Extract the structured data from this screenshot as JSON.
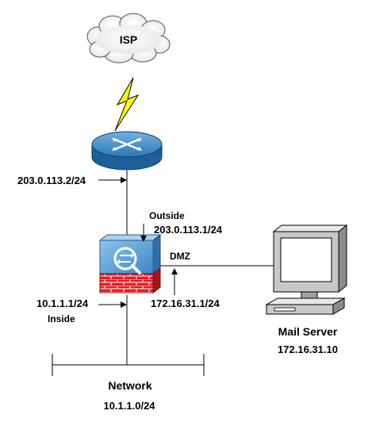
{
  "isp": {
    "label": "ISP"
  },
  "router": {
    "outside_ip": "203.0.113.2/24"
  },
  "firewall": {
    "outside_label": "Outside",
    "outside_ip": "203.0.113.1/24",
    "dmz_label": "DMZ",
    "dmz_ip": "172.16.31.1/24",
    "inside_ip": "10.1.1.1/24",
    "inside_label": "Inside"
  },
  "mail_server": {
    "name": "Mail Server",
    "ip": "172.16.31.10"
  },
  "network": {
    "name": "Network",
    "subnet": "10.1.1.0/24"
  },
  "colors": {
    "router": "#2b77b7",
    "firewall_top": "#5ea2d6",
    "firewall_brick": "#e01e24",
    "lightning": "#ffff00",
    "monitor": "#c8c8c8"
  }
}
